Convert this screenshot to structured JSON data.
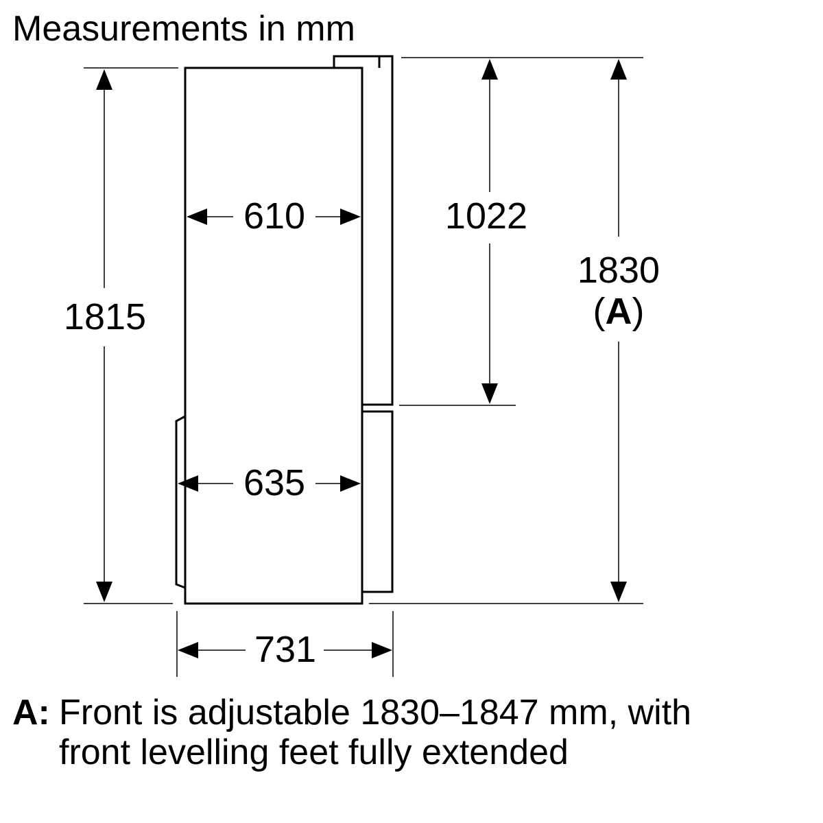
{
  "title": "Measurements in mm",
  "dimensions": {
    "total_height_back": "1815",
    "width_cabinet": "610",
    "width_with_door": "635",
    "depth_door_open": "731",
    "upper_door_height": "1022",
    "total_height_front": "1830",
    "total_height_front_ref_open": "(",
    "total_height_front_ref": "A",
    "total_height_front_ref_close": ")"
  },
  "footnote": {
    "key": "A:",
    "line1": "Front is adjustable 1830–1847 mm, with",
    "line2": "front levelling feet fully extended"
  },
  "colors": {
    "line": "#000000",
    "background": "#ffffff"
  }
}
